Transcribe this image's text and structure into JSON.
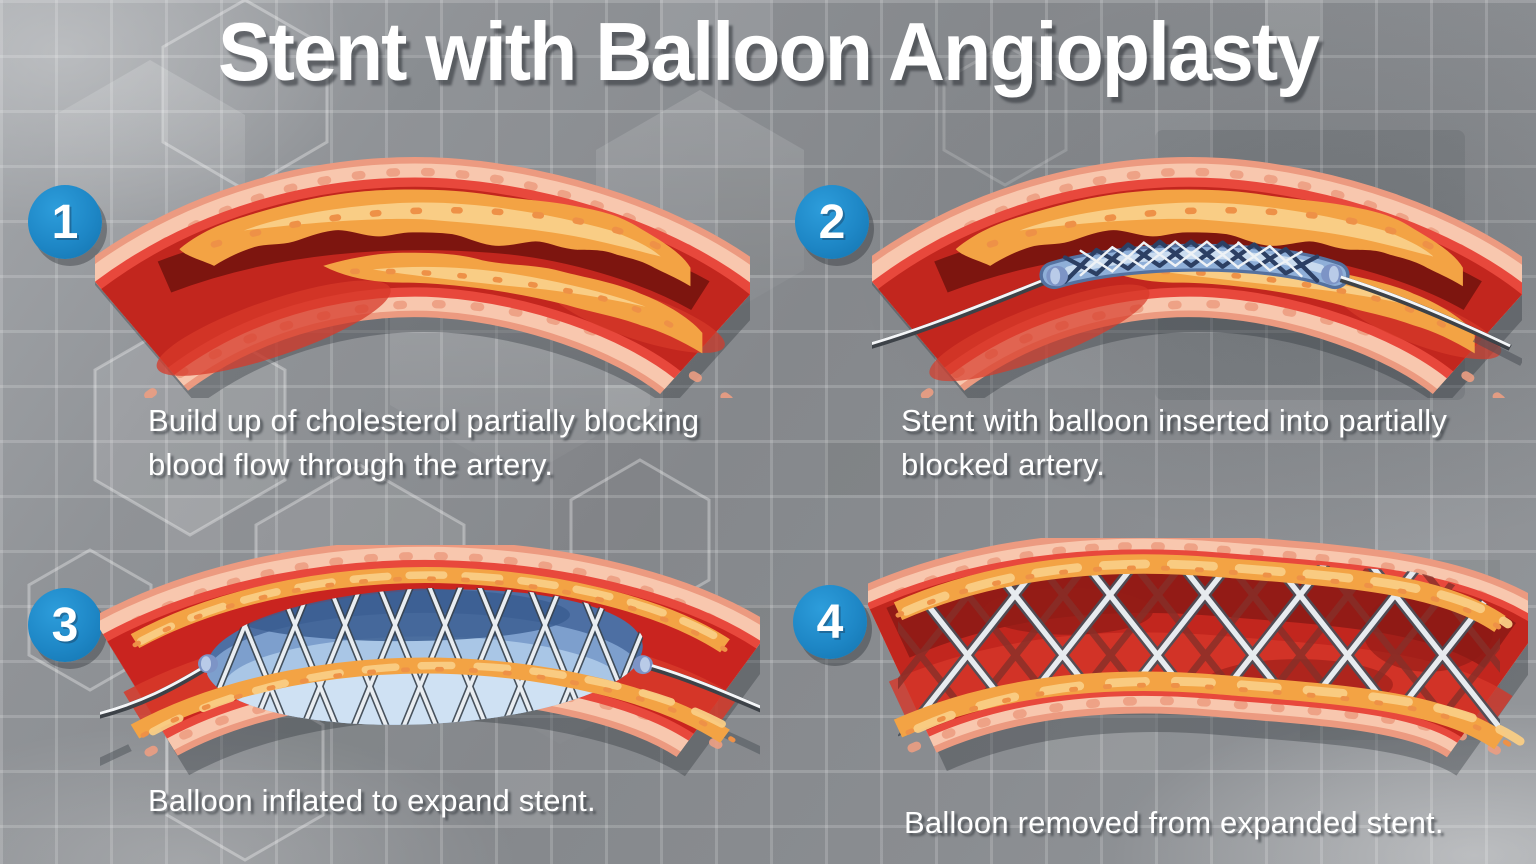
{
  "title": "Stent with Balloon Angioplasty",
  "steps": [
    {
      "number": "1",
      "caption": "Build up of cholesterol partially blocking blood flow through the artery.",
      "illustration": "artery-with-cholesterol-buildup"
    },
    {
      "number": "2",
      "caption": "Stent with balloon inserted into partially blocked artery.",
      "illustration": "artery-with-stent-and-balloon-inserted"
    },
    {
      "number": "3",
      "caption": "Balloon inflated to expand stent.",
      "illustration": "artery-with-balloon-inflated-expanding-stent"
    },
    {
      "number": "4",
      "caption": "Balloon removed from expanded stent.",
      "illustration": "artery-with-expanded-stent"
    }
  ],
  "colors": {
    "badge_blue": "#1e87c6",
    "artery_outer_pink": "#f8c7ae",
    "artery_wall_red": "#e8483c",
    "lumen_dark_red": "#8e1b15",
    "lumen_red": "#c2261e",
    "plaque_orange": "#f3a344",
    "plaque_highlight": "#f9cd85",
    "balloon_blue": "#8fafd8",
    "stent_silver": "#e7ebef",
    "background_gray": "#8a8d91",
    "text_white": "#ffffff"
  }
}
